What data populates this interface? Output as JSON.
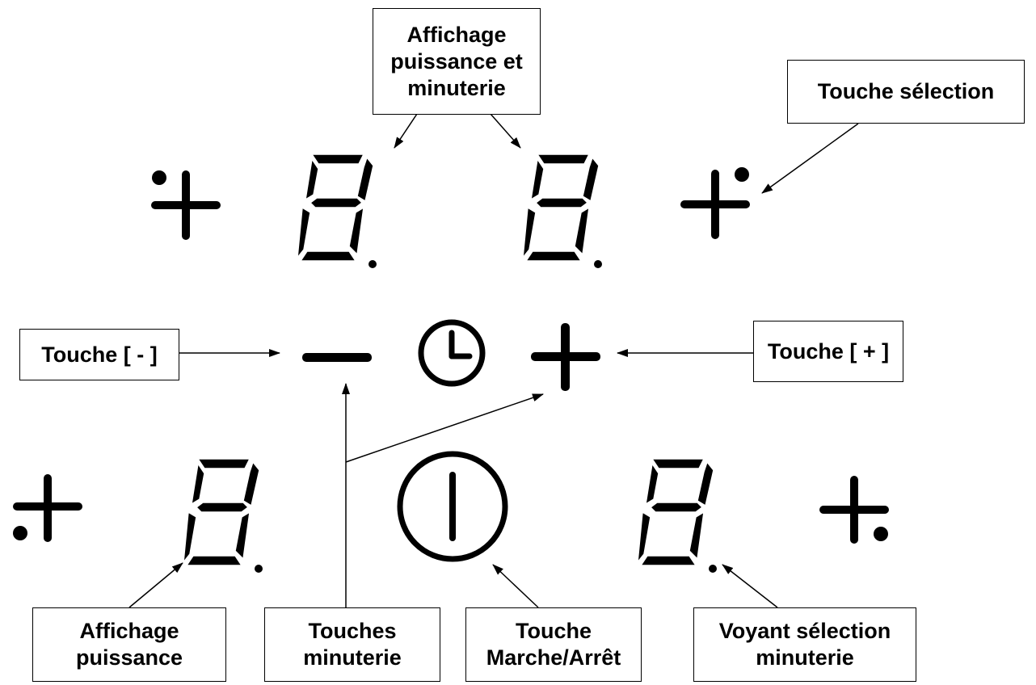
{
  "labels": {
    "power_timer_display": "Affichage\npuissance et\nminuterie",
    "select_key": "Touche sélection",
    "minus_key": "Touche [ - ]",
    "plus_key": "Touche [ + ]",
    "power_display": "Affichage\npuissance",
    "timer_keys": "Touches\nminuterie",
    "on_off_key": "Touche\nMarche/Arrêt",
    "timer_indicator": "Voyant sélection\nminuterie"
  },
  "displays": [
    {
      "id": "top-left-zone",
      "digit": "8",
      "decimal_point": true
    },
    {
      "id": "top-right-zone",
      "digit": "8",
      "decimal_point": true
    },
    {
      "id": "bottom-left-zone",
      "digit": "8",
      "decimal_point": true
    },
    {
      "id": "bottom-right-zone",
      "digit": "8",
      "decimal_point": true
    }
  ],
  "icons": {
    "zone_select": "plus-icon",
    "timer_minus": "minus-icon",
    "timer_plus": "plus-icon",
    "timer": "clock-icon",
    "power": "power-icon",
    "zone_dot": "dot-icon"
  },
  "colors": {
    "ink": "#000000",
    "background": "#ffffff"
  }
}
